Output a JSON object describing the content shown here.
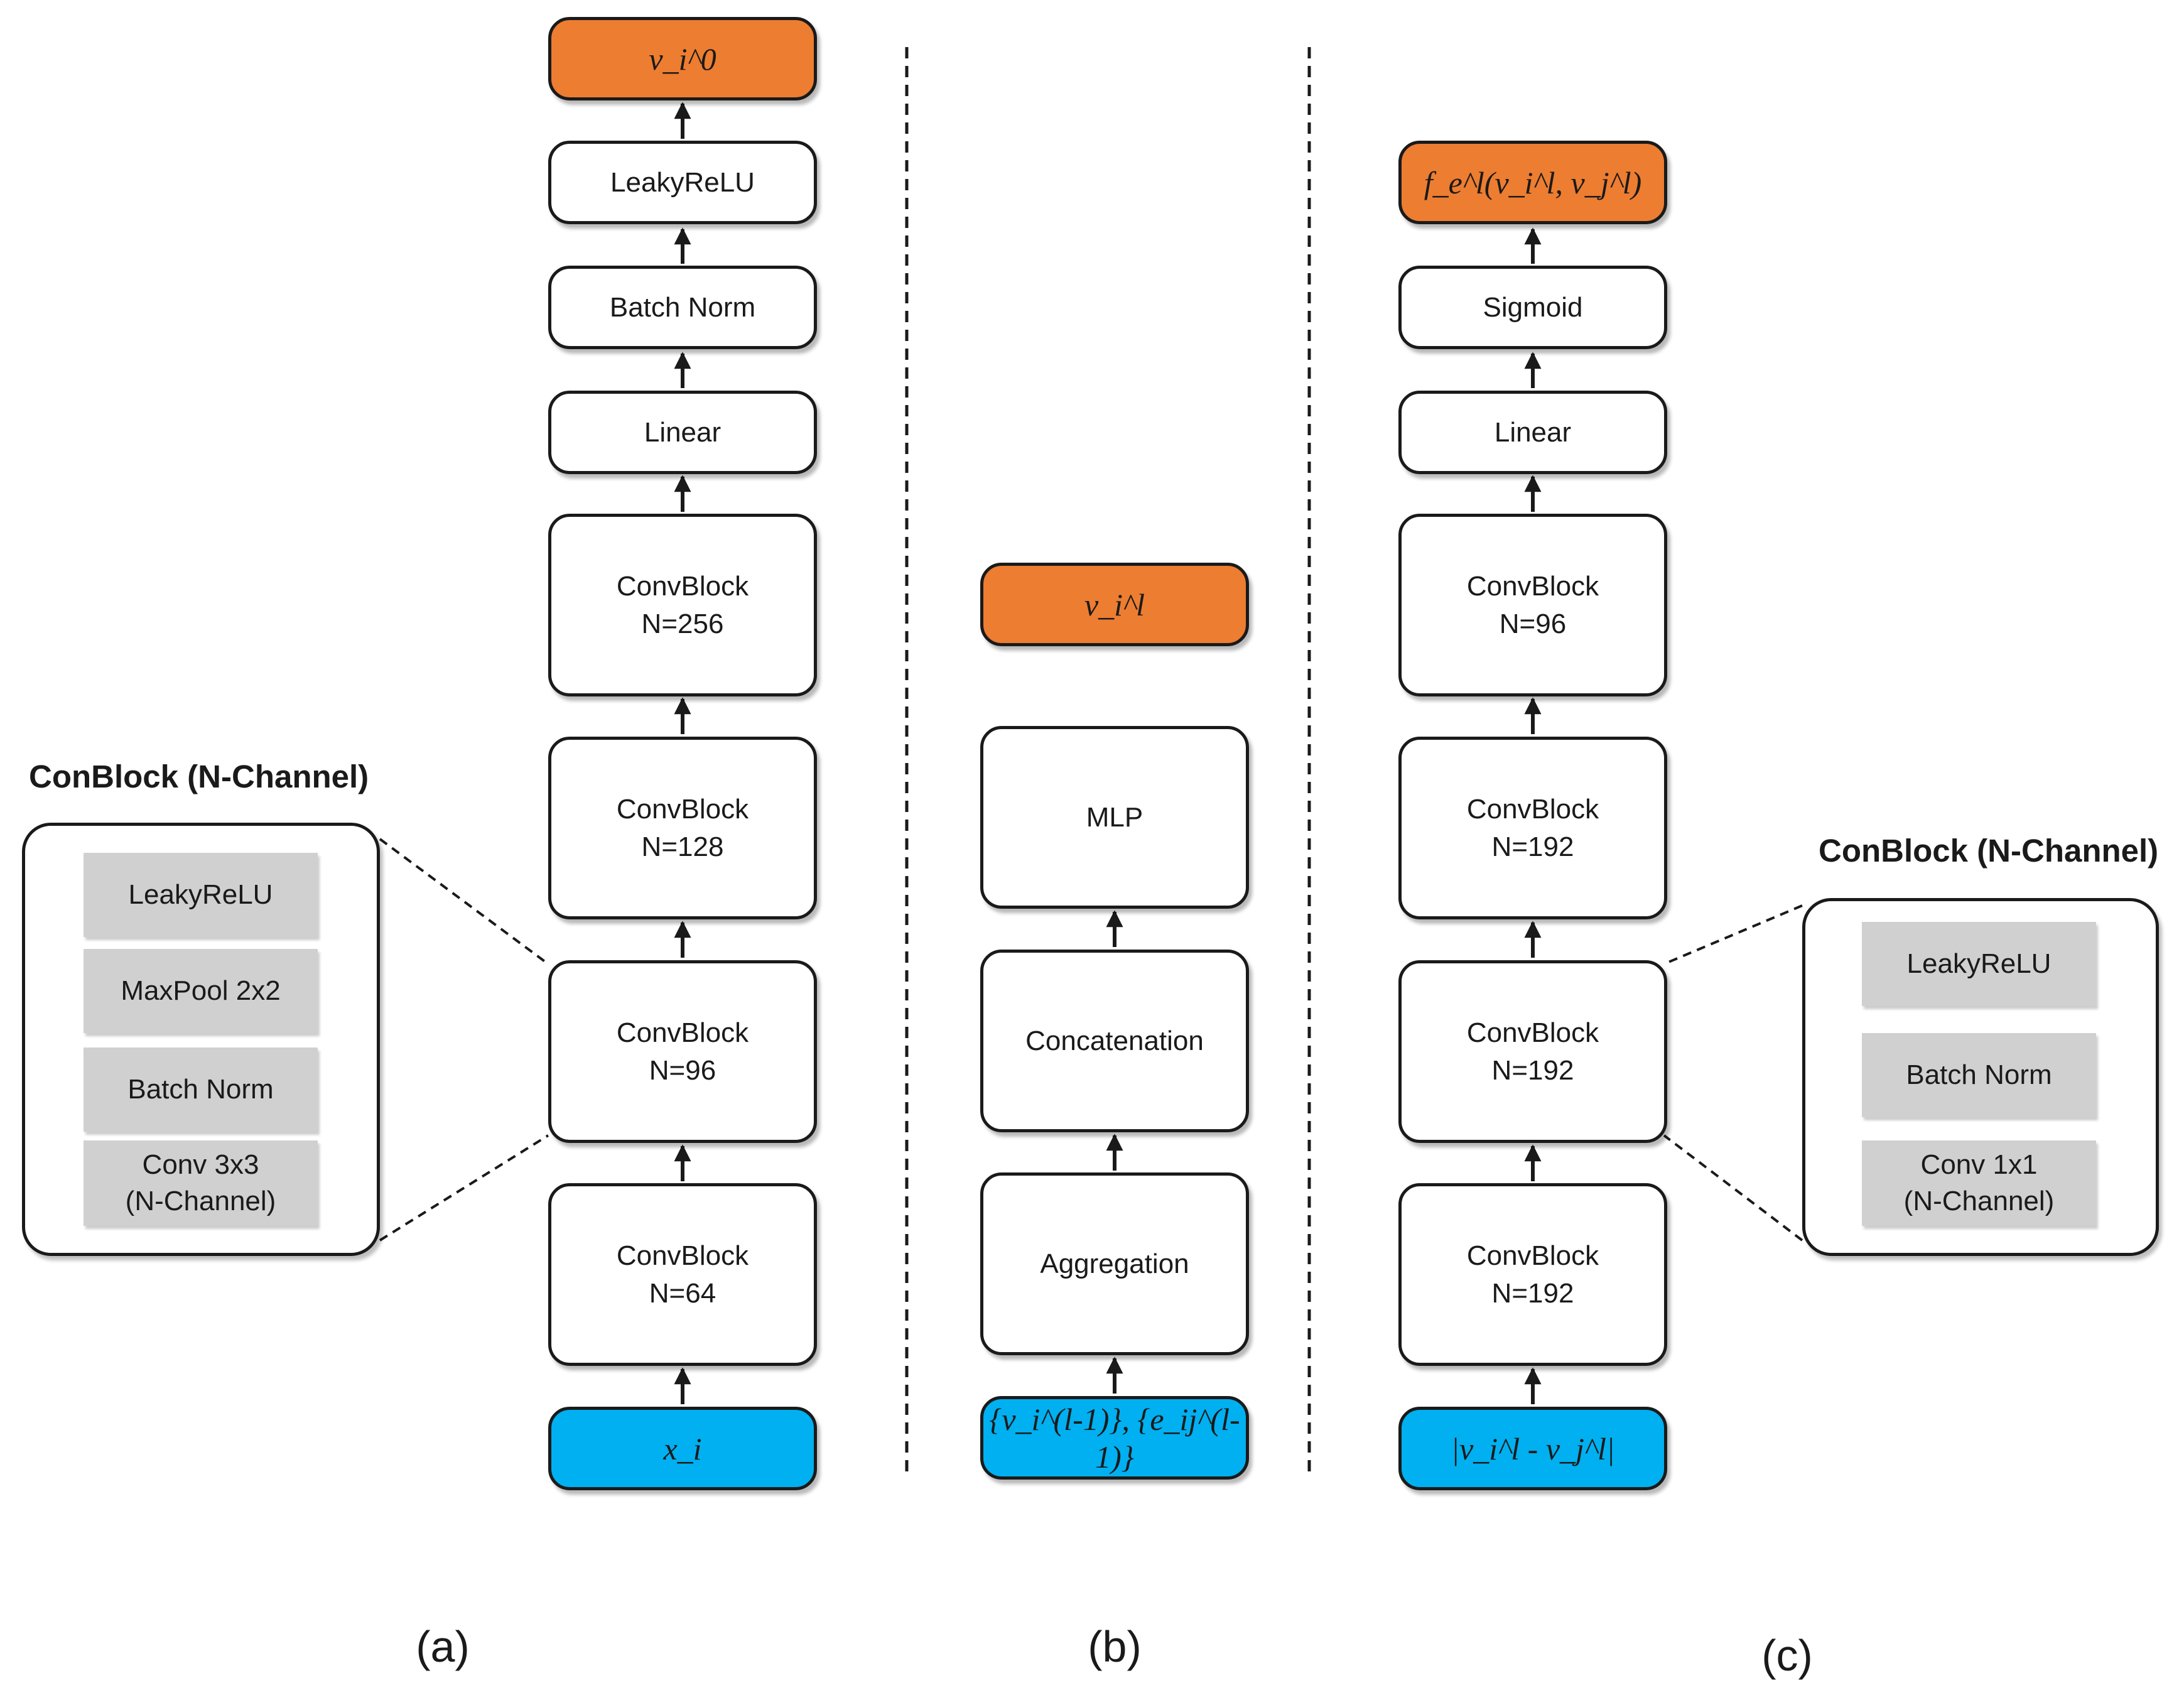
{
  "panel_a": {
    "output": "v_i^0",
    "layers": [
      "LeakyReLU",
      "Batch Norm",
      "Linear"
    ],
    "convblocks": [
      {
        "name": "ConvBlock",
        "n": "N=256"
      },
      {
        "name": "ConvBlock",
        "n": "N=128"
      },
      {
        "name": "ConvBlock",
        "n": "N=96"
      },
      {
        "name": "ConvBlock",
        "n": "N=64"
      }
    ],
    "input": "x_i",
    "detail_title": "ConBlock (N-Channel)",
    "detail_items": [
      "LeakyReLU",
      "MaxPool 2x2",
      "Batch Norm",
      "Conv 3x3",
      "(N-Channel)"
    ],
    "caption": "(a)"
  },
  "panel_b": {
    "output": "v_i^l",
    "blocks": [
      "MLP",
      "Concatenation",
      "Aggregation"
    ],
    "input": "{v_i^(l-1)}, {e_ij^(l-1)}",
    "caption": "(b)"
  },
  "panel_c": {
    "output": "f_e^l(v_i^l, v_j^l)",
    "layers": [
      "Sigmoid",
      "Linear"
    ],
    "convblocks": [
      {
        "name": "ConvBlock",
        "n": "N=96"
      },
      {
        "name": "ConvBlock",
        "n": "N=192"
      },
      {
        "name": "ConvBlock",
        "n": "N=192"
      },
      {
        "name": "ConvBlock",
        "n": "N=192"
      }
    ],
    "input": "|v_i^l - v_j^l|",
    "detail_title": "ConBlock (N-Channel)",
    "detail_items": [
      "LeakyReLU",
      "Batch Norm",
      "Conv 1x1",
      "(N-Channel)"
    ],
    "caption": "(c)"
  },
  "colors": {
    "output": "#ed7d31",
    "input": "#00b0f0",
    "detail_item": "#d0d0d0"
  }
}
